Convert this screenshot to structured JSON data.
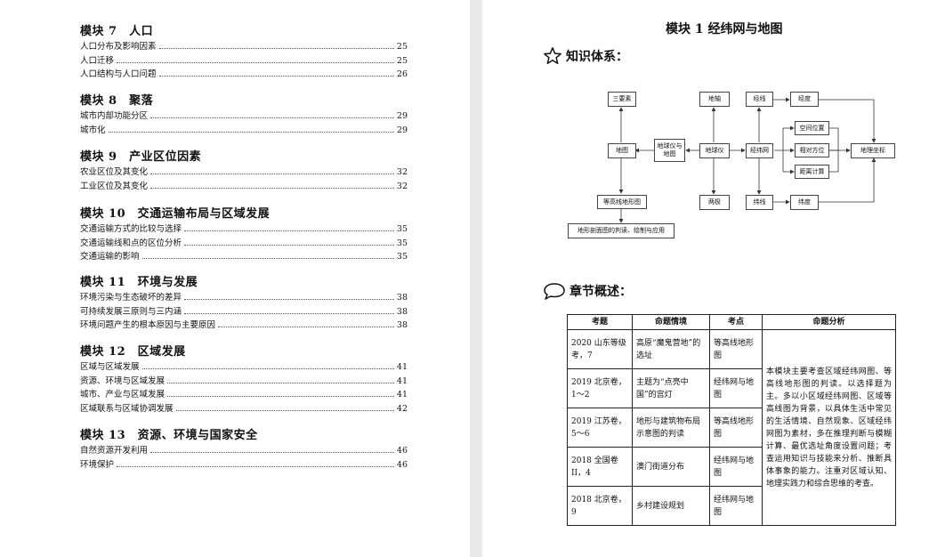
{
  "toc": [
    {
      "title": "模块 7　人口",
      "items": [
        {
          "label": "人口分布及影响因素",
          "page": "25"
        },
        {
          "label": "人口迁移",
          "page": "25"
        },
        {
          "label": "人口结构与人口问题",
          "page": "26"
        }
      ]
    },
    {
      "title": "模块 8　聚落",
      "items": [
        {
          "label": "城市内部功能分区",
          "page": "29"
        },
        {
          "label": "城市化",
          "page": "29"
        }
      ]
    },
    {
      "title": "模块 9　产业区位因素",
      "items": [
        {
          "label": "农业区位及其变化",
          "page": "32"
        },
        {
          "label": "工业区位及其变化",
          "page": "32"
        }
      ]
    },
    {
      "title": "模块 10　交通运输布局与区域发展",
      "items": [
        {
          "label": "交通运输方式的比较与选择",
          "page": "35"
        },
        {
          "label": "交通运输线和点的区位分析",
          "page": "35"
        },
        {
          "label": "交通运输的影响",
          "page": "35"
        }
      ]
    },
    {
      "title": "模块 11　环境与发展",
      "items": [
        {
          "label": "环境污染与生态破坏的差异",
          "page": "38"
        },
        {
          "label": "可持续发展三原则与三内涵",
          "page": "38"
        },
        {
          "label": "环境问题产生的根本原因与主要原因",
          "page": "38"
        }
      ]
    },
    {
      "title": "模块 12　区域发展",
      "items": [
        {
          "label": "区域与区域发展",
          "page": "41"
        },
        {
          "label": "资源、环境与区域发展",
          "page": "41"
        },
        {
          "label": "城市、产业与区域发展",
          "page": "41"
        },
        {
          "label": "区域联系与区域协调发展",
          "page": "42"
        }
      ]
    },
    {
      "title": "模块 13　资源、环境与国家安全",
      "items": [
        {
          "label": "自然资源开发利用",
          "page": "46"
        },
        {
          "label": "环境保护",
          "page": "46"
        }
      ]
    }
  ],
  "right": {
    "module_title": "模块 1  经纬网与地图",
    "knowledge_heading": "知识体系：",
    "overview_heading": "章节概述：",
    "diagram": {
      "sanyaosu": "三要素",
      "ditu": "地图",
      "dengaoxian": "等高线地形图",
      "poumian": "地形剖面图的判读、绘制与应用",
      "diqiuyi_yu_ditu": "地球仪与地图",
      "dizhou": "地轴",
      "diqiuyi": "地球仪",
      "liangji": "两极",
      "jingxian": "经线",
      "jingweiwang": "经纬网",
      "weixian": "纬线",
      "jingdu": "经度",
      "kongjian": "空间位置",
      "xiangdui": "相对方位",
      "juli": "距离计算",
      "weidu": "纬度",
      "dili_zuobiao": "地理坐标"
    },
    "table": {
      "headers": [
        "考题",
        "命题情境",
        "考点",
        "命题分析"
      ],
      "rows": [
        [
          "2020 山东等级考，7",
          "高原“魔鬼营地”的选址",
          "等高线地形图"
        ],
        [
          "2019 北京卷，1～2",
          "主题为“点亮中国”的宫灯",
          "经纬网与地图"
        ],
        [
          "2019 江苏卷，5～6",
          "地形与建筑物布局示意图的判读",
          "等高线地形图"
        ],
        [
          "2018 全国卷 II，4",
          "澳门街道分布",
          "经纬网与地图"
        ],
        [
          "2018 北京卷，9",
          "乡村建设规划",
          "经纬网与地图"
        ]
      ],
      "analysis": "本模块主要考查区域经纬网图、等高线地形图的判读。以选择题为主。多以小区域经纬网图、区域等高线图为背景，以具体生活中常见的生活情境、自然现象、区域经纬网图为素材，多在推理判断与模糊计算、最优选址角度设置问题；考查运用知识与技能来分析、推断具体事象的能力。注重对区域认知、地理实践力和综合思维的考查。"
    }
  }
}
